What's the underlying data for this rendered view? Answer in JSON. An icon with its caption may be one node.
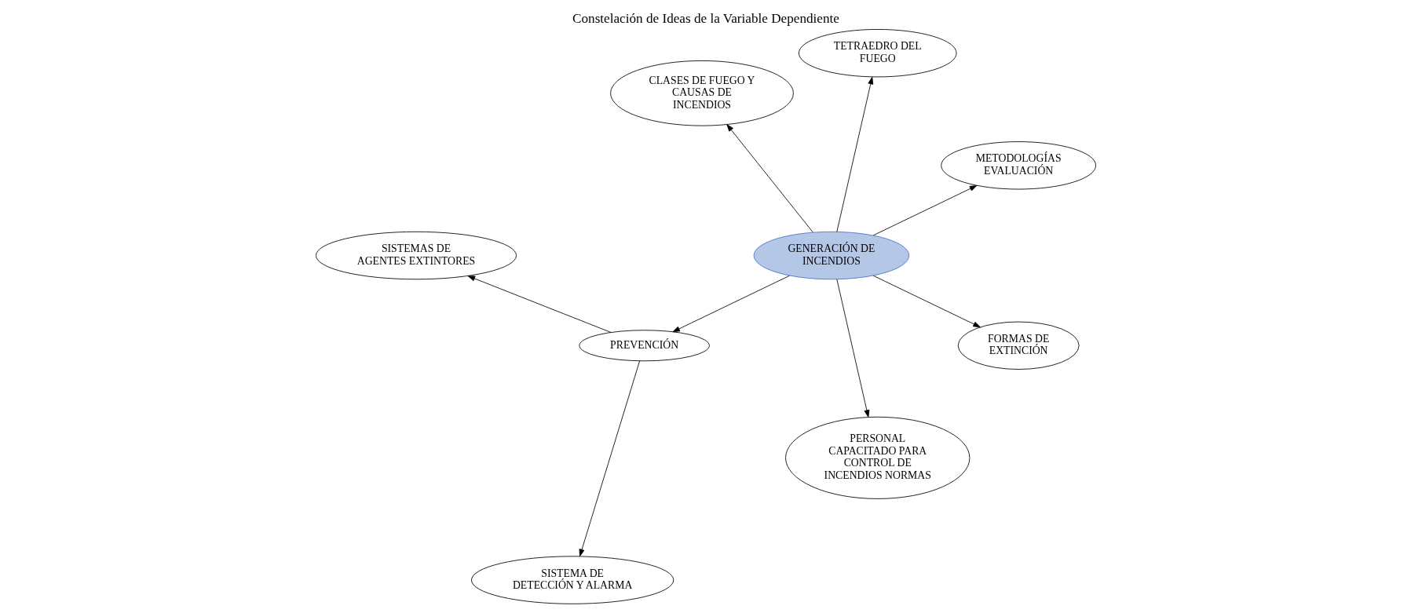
{
  "diagram": {
    "title": "Constelación de Ideas de la Variable Dependiente",
    "nodes": [
      {
        "text": [
          "GENERACIÓN DE INCENDIOS"
        ]
      },
      {
        "text": [
          "METODOLOGÍAS EVALUACIÓN"
        ]
      },
      {
        "text": [
          "TETRAEDRO DEL FUEGO"
        ]
      },
      {
        "text": [
          "SISTEMAS DE AGENTES EXTINTORES"
        ]
      },
      {
        "text": [
          "CLASES DE FUEGO Y CAUSAS DE INCENDIOS"
        ]
      },
      {
        "text": [
          "PREVENCIÓN"
        ]
      },
      {
        "text": [
          "PERSONAL CAPACITADO PARA CONTROL DE INCENDIOS NORMAS"
        ]
      },
      {
        "text": [
          "SISTEMA DE DETECCIÓN Y ALARMA"
        ]
      },
      {
        "text": [
          "FORMAS DE EXTINCIÓN"
        ]
      }
    ],
    "edges": [
      {
        "from": 0,
        "to": 1,
        "arrow": "to"
      },
      {
        "from": 0,
        "to": 2,
        "arrow": "to"
      },
      {
        "from": 0,
        "to": 4,
        "arrow": "to"
      },
      {
        "from": 0,
        "to": 6,
        "arrow": "to"
      },
      {
        "from": 0,
        "to": 8,
        "arrow": "to"
      },
      {
        "from": 0,
        "to": 5,
        "arrow": "to"
      },
      {
        "from": 5,
        "to": 3,
        "arrow": "to"
      },
      {
        "from": 5,
        "to": 7,
        "arrow": "to"
      }
    ]
  }
}
